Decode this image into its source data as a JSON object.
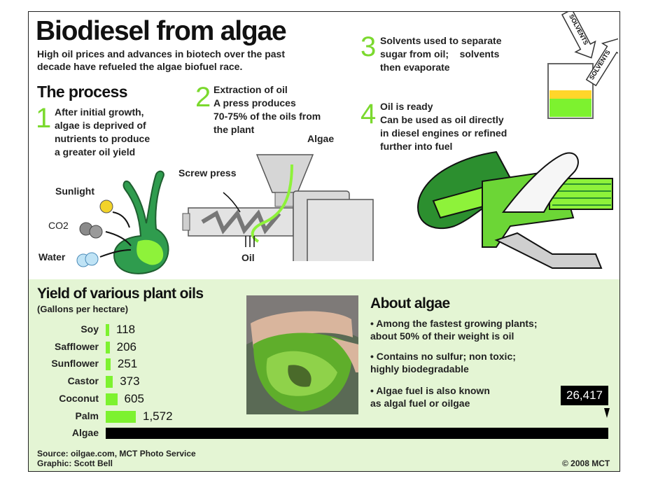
{
  "header": {
    "title": "Biodiesel from algae",
    "subtitle_line1": "High oil prices and advances in biotech over the past",
    "subtitle_line2": "decade have refueled the algae biofuel race."
  },
  "process": {
    "heading": "The process",
    "steps": [
      {
        "num": "1",
        "lines": [
          "After initial growth,",
          "algae is deprived of",
          "nutrients to produce",
          "a greater oil yield"
        ]
      },
      {
        "num": "2",
        "lines": [
          "Extraction of oil",
          "A press produces",
          "70-75% of the oils from",
          "the plant"
        ]
      },
      {
        "num": "3",
        "lines": [
          "Solvents used to separate",
          "sugar from oil;    solvents",
          "then evaporate"
        ]
      },
      {
        "num": "4",
        "lines": [
          "Oil is ready",
          "Can be used as oil directly",
          "in diesel engines or refined",
          "further into fuel"
        ]
      }
    ],
    "labels": {
      "sunlight": "Sunlight",
      "co2": "CO2",
      "water": "Water",
      "screw_press": "Screw press",
      "algae": "Algae",
      "oil": "Oil",
      "solvents": "SOLVENTS"
    }
  },
  "chart_data": {
    "type": "bar",
    "orientation": "horizontal",
    "title": "Yield of various plant oils",
    "subtitle": "(Gallons per hectare)",
    "categories": [
      "Soy",
      "Safflower",
      "Sunflower",
      "Castor",
      "Coconut",
      "Palm",
      "Algae"
    ],
    "values": [
      118,
      206,
      251,
      373,
      605,
      1572,
      26417
    ],
    "value_labels": [
      "118",
      "206",
      "251",
      "373",
      "605",
      "1,572",
      "26,417"
    ],
    "colors": {
      "bar": "#7df22f",
      "highlight": "#000000"
    },
    "highlight_category": "Algae"
  },
  "about": {
    "heading": "About algae",
    "bullets": [
      [
        "• Among the fastest growing plants;",
        "about 50% of their weight is oil"
      ],
      [
        "• Contains no sulfur; non toxic;",
        "highly biodegradable"
      ],
      [
        "• Algae fuel is also known",
        "as algal fuel or oilgae"
      ]
    ]
  },
  "footer": {
    "source": "Source: oilgae.com, MCT Photo Service",
    "graphic": "Graphic: Scott Bell",
    "copyright": "© 2008 MCT"
  }
}
